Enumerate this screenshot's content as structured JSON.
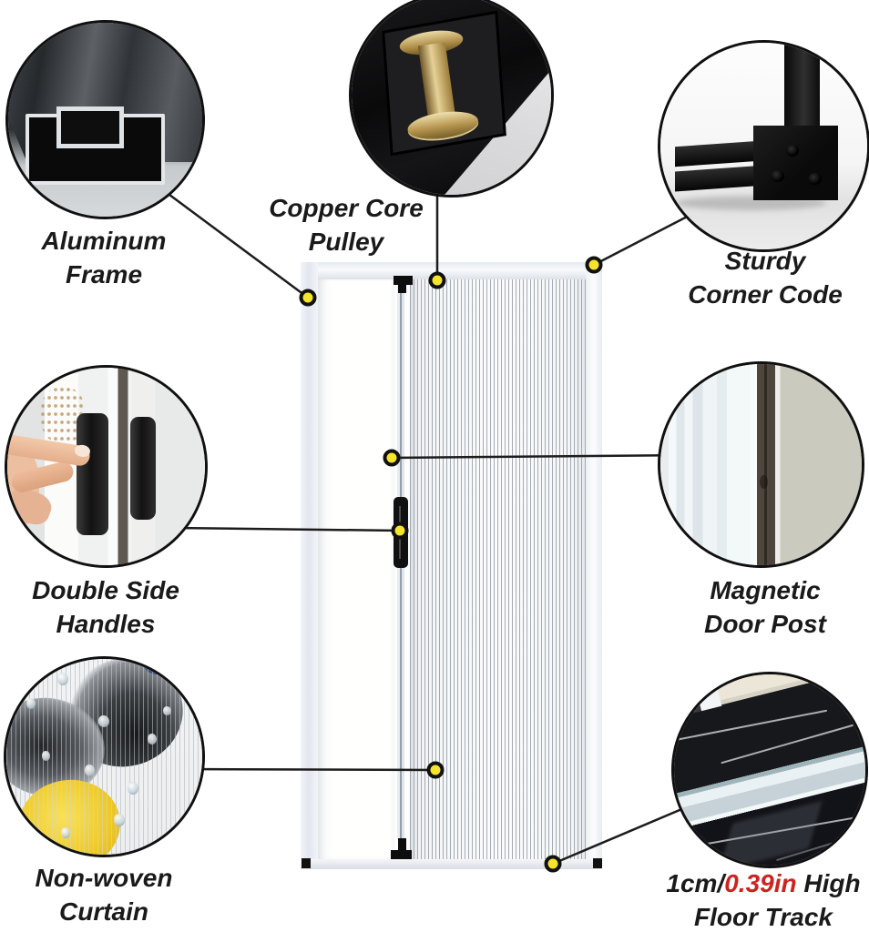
{
  "colors": {
    "background": "#ffffff",
    "dot_fill": "#f5e42c",
    "dot_ring": "#111111",
    "line": "#1c1c1c",
    "text": "#1a1a1a",
    "red_text": "#cc2420"
  },
  "callouts": [
    {
      "id": "aluminum-frame",
      "line1": "Aluminum",
      "line2": "Frame"
    },
    {
      "id": "copper-core-pulley",
      "line1": "Copper Core",
      "line2": "Pulley"
    },
    {
      "id": "sturdy-corner-code",
      "line1": "Sturdy",
      "line2": "Corner Code"
    },
    {
      "id": "double-side-handles",
      "line1": "Double Side",
      "line2": "Handles"
    },
    {
      "id": "magnetic-door-post",
      "line1": "Magnetic",
      "line2": "Door Post"
    },
    {
      "id": "non-woven-curtain",
      "line1": "Non-woven",
      "line2": "Curtain"
    },
    {
      "id": "floor-track",
      "line1_prefix": "1cm/",
      "line1_highlight": "0.39in",
      "line1_suffix": " High",
      "line2": "Floor Track"
    }
  ]
}
